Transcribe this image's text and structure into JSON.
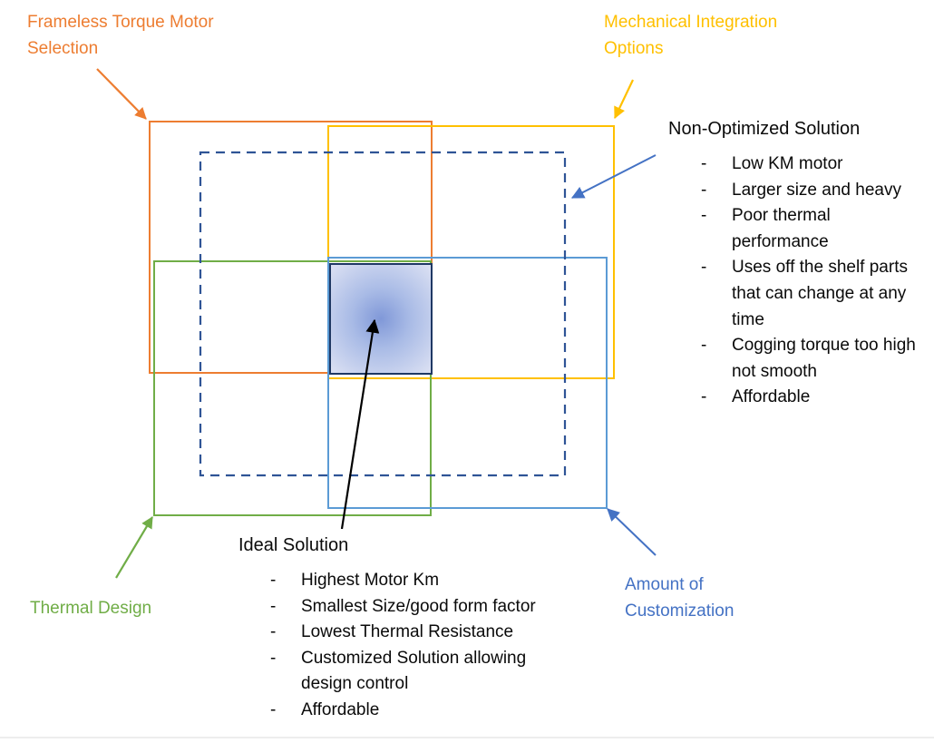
{
  "diagram": {
    "bullet_char": "-",
    "corner_labels": {
      "frameless": "Frameless Torque Motor Selection",
      "mechanical": "Mechanical Integration Options",
      "thermal": "Thermal Design",
      "customization": "Amount of Customization"
    },
    "non_optimized": {
      "title": "Non-Optimized Solution",
      "items": [
        "Low KM motor",
        "Larger size and heavy",
        "Poor thermal performance",
        "Uses off the shelf parts that can change at any time",
        "Cogging torque too high not smooth",
        "Affordable"
      ]
    },
    "ideal": {
      "title": "Ideal Solution",
      "items": [
        "Highest Motor Km",
        "Smallest Size/good form factor",
        "Lowest Thermal Resistance",
        "Customized Solution allowing design control",
        "Affordable"
      ]
    },
    "colors": {
      "orange": "#ED7D31",
      "gold": "#FFC000",
      "green": "#70AD47",
      "blue": "#4472C4",
      "light_blue": "#5B9BD5",
      "navy_dashed": "#2F5496",
      "square_border": "#1F3864",
      "square_fill_center": "#8098D8",
      "square_fill_edge": "#D8DEF2",
      "text": "#000000"
    }
  }
}
